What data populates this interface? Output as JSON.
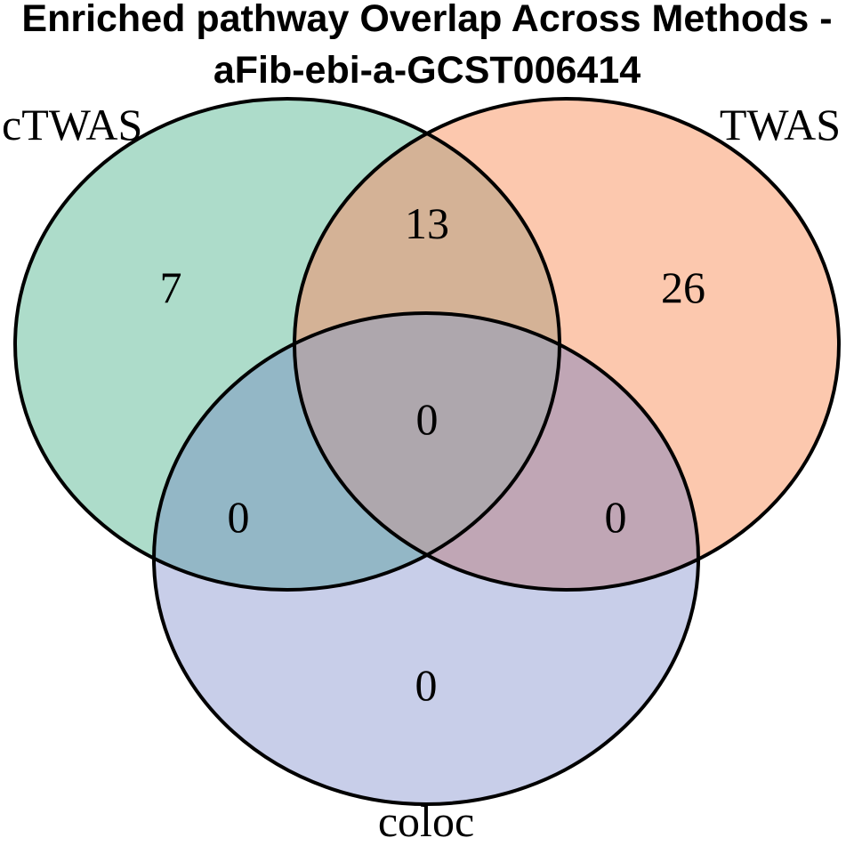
{
  "title": {
    "line1": "Enriched pathway Overlap Across Methods -",
    "line2": "aFib-ebi-a-GCST006414"
  },
  "chart_data": {
    "type": "venn",
    "title": "Enriched pathway Overlap Across Methods - aFib-ebi-a-GCST006414",
    "sets": [
      "cTWAS",
      "TWAS",
      "coloc"
    ],
    "regions": {
      "cTWAS_only": "7",
      "TWAS_only": "26",
      "coloc_only": "0",
      "cTWAS_TWAS": "13",
      "cTWAS_coloc": "0",
      "TWAS_coloc": "0",
      "cTWAS_TWAS_coloc": "0"
    },
    "layout": "three congruent overlapping ellipses, two on top (cTWAS left, TWAS right), one below (coloc), black outlines, region counts printed inside each region"
  },
  "colors": {
    "ctwas_fill": "#addcca",
    "twas_fill": "#fcc8ae",
    "coloc_fill": "#c8cee9",
    "ctwas_twas_fill": "#d4b296",
    "ctwas_coloc_fill": "#93b7c6",
    "twas_coloc_fill": "#c0a6b5",
    "center_fill": "#aea7ad",
    "outline": "#000000",
    "text": "#000000"
  }
}
